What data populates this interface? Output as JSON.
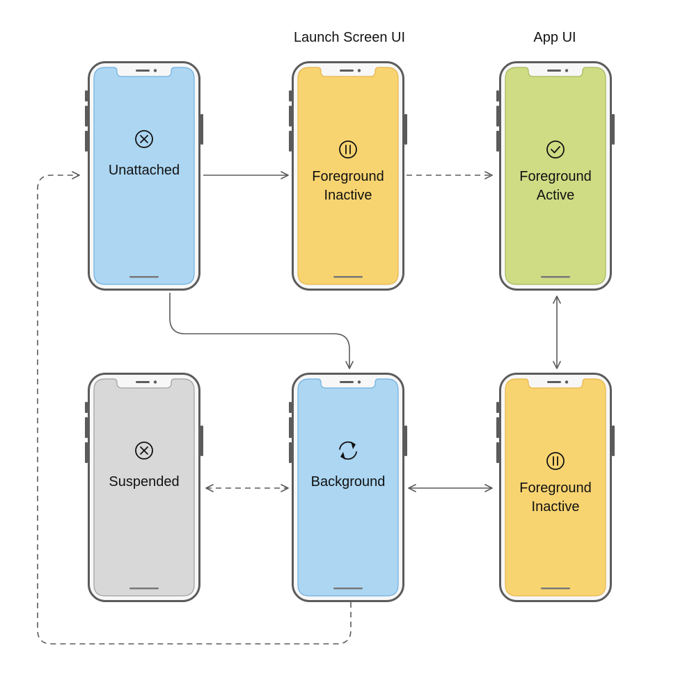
{
  "headings": {
    "launch_screen": "Launch Screen UI",
    "app_ui": "App UI"
  },
  "colors": {
    "frame": "#5b5b5b",
    "frame_fill": "#f7f7f7",
    "blue": "#acd6f2",
    "blue_stroke": "#6fb0e0",
    "yellow": "#f8d471",
    "yellow_stroke": "#e8b54a",
    "green": "#cfdc84",
    "green_stroke": "#a5b85b",
    "gray": "#d8d8d8",
    "gray_stroke": "#a0a0a0",
    "arrow": "#5a5a5a"
  },
  "states": {
    "unattached": {
      "line1": "Unattached",
      "line2": "",
      "color": "blue",
      "icon": "x-circle-icon"
    },
    "launch_inactive": {
      "line1": "Foreground",
      "line2": "Inactive",
      "color": "yellow",
      "icon": "pause-circle-icon"
    },
    "active": {
      "line1": "Foreground",
      "line2": "Active",
      "color": "green",
      "icon": "check-circle-icon"
    },
    "suspended": {
      "line1": "Suspended",
      "line2": "",
      "color": "gray",
      "icon": "x-circle-icon"
    },
    "background": {
      "line1": "Background",
      "line2": "",
      "color": "blue",
      "icon": "refresh-icon"
    },
    "app_inactive": {
      "line1": "Foreground",
      "line2": "Inactive",
      "color": "yellow",
      "icon": "pause-circle-icon"
    }
  },
  "transitions": [
    {
      "from": "Unattached",
      "to": "Foreground Inactive (Launch Screen UI)",
      "style": "solid",
      "direction": "one-way"
    },
    {
      "from": "Foreground Inactive (Launch Screen UI)",
      "to": "Foreground Active",
      "style": "dashed",
      "direction": "one-way"
    },
    {
      "from": "Unattached",
      "to": "Background",
      "style": "solid",
      "direction": "one-way"
    },
    {
      "from": "Foreground Active",
      "to": "Foreground Inactive (App UI)",
      "style": "solid",
      "direction": "two-way"
    },
    {
      "from": "Suspended",
      "to": "Background",
      "style": "dashed",
      "direction": "two-way"
    },
    {
      "from": "Background",
      "to": "Foreground Inactive (App UI)",
      "style": "solid",
      "direction": "two-way"
    },
    {
      "from": "Background",
      "to": "Unattached",
      "style": "dashed",
      "direction": "one-way"
    }
  ]
}
